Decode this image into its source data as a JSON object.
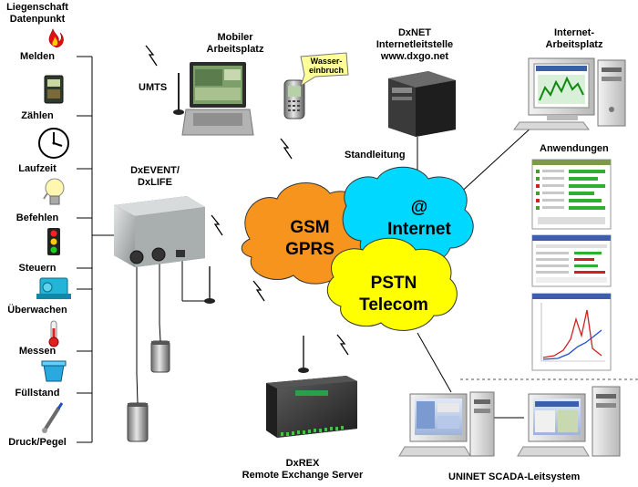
{
  "header": {
    "line1": "Liegenschaft",
    "line2": "Datenpunkt"
  },
  "sidebar": {
    "items": [
      {
        "label": "Melden",
        "icon": "flame-icon"
      },
      {
        "label": "Zählen",
        "icon": "meter-icon"
      },
      {
        "label": "Laufzeit",
        "icon": "clock-icon"
      },
      {
        "label": "Befehlen",
        "icon": "lightbulb-icon"
      },
      {
        "label": "Steuern",
        "icon": "traffic-light-icon"
      },
      {
        "label": "Überwachen",
        "icon": "pump-icon"
      },
      {
        "label": "Messen",
        "icon": "thermometer-icon"
      },
      {
        "label": "Füllstand",
        "icon": "tank-icon"
      },
      {
        "label": "Druck/Pegel",
        "icon": "probe-icon"
      }
    ]
  },
  "nodes": {
    "mobile": {
      "line1": "Mobiler",
      "line2": "Arbeitsplatz"
    },
    "umts": "UMTS",
    "phone_bubble": {
      "line1": "Wasser-",
      "line2": "einbruch"
    },
    "dxnet": {
      "line1": "DxNET",
      "line2": "Internetleitstelle",
      "line3": "www.dxgo.net"
    },
    "standleitung": "Standleitung",
    "internet_workplace": {
      "line1": "Internet-",
      "line2": "Arbeitsplatz"
    },
    "anwendungen": "Anwendungen",
    "dxevent": {
      "line1": "DxEVENT/",
      "line2": "DxLIFE"
    },
    "dxrex": {
      "line1": "DxREX",
      "line2": "Remote Exchange Server"
    },
    "uninet": "UNINET SCADA-Leitsystem"
  },
  "clouds": {
    "gsm": {
      "line1": "GSM",
      "line2": "GPRS",
      "color": "#f7941d"
    },
    "internet": {
      "symbol": "@",
      "label": "Internet",
      "color": "#00d8ff"
    },
    "pstn": {
      "line1": "PSTN",
      "line2": "Telecom",
      "color": "#ffff00"
    }
  }
}
